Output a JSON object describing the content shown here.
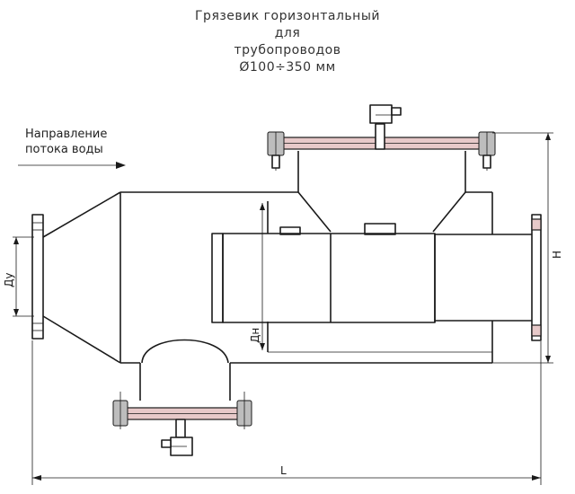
{
  "title": {
    "line1": "Грязевик горизонтальный",
    "line2": "для",
    "line3": "трубопроводов",
    "line4": "Ø100÷350 мм"
  },
  "flow_label": {
    "line1": "Направление",
    "line2": "потока воды"
  },
  "dimensions": {
    "inlet_diameter": "Ду",
    "screen_diameter": "Дн",
    "height": "Н",
    "length": "L"
  },
  "colors": {
    "flange_fill": "#e7c9c9",
    "screen_fill": "#f0dede",
    "perforation": "#b07a7a",
    "line": "#1a1a1a"
  }
}
